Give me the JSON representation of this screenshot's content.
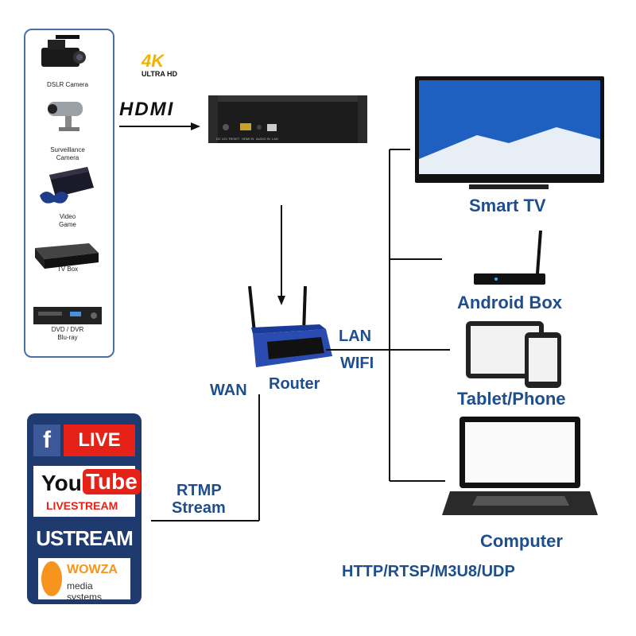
{
  "sources": {
    "items": [
      {
        "label": "DSLR Camera"
      },
      {
        "label": "Surveillance\nCamera"
      },
      {
        "label": "Video\nGame"
      },
      {
        "label": "TV Box"
      },
      {
        "label": "DVD / DVR\nBlu-ray"
      }
    ]
  },
  "badge_4k": {
    "big": "4K",
    "small": "ULTRA HD"
  },
  "hdmi_logo": "HDMI",
  "encoder": {
    "port_labels": [
      "DC 12V",
      "RESET",
      "HDMI IN",
      "AUDIO IN",
      "LAN"
    ]
  },
  "router": {
    "label": "Router",
    "wan": "WAN",
    "lan": "LAN",
    "wifi": "WIFI"
  },
  "clients": {
    "smart_tv": "Smart TV",
    "android_box": "Android Box",
    "tablet_phone": "Tablet/Phone",
    "computer": "Computer"
  },
  "rtmp": {
    "line1": "RTMP",
    "line2": "Stream"
  },
  "protocols": "HTTP/RTSP/M3U8/UDP",
  "platforms": {
    "facebook_icon": "f",
    "facebook_live": "LIVE",
    "youtube_you": "You",
    "youtube_tube": "Tube",
    "youtube_livestream": "LIVESTREAM",
    "ustream": "USTREAM",
    "wowza": "WOWZA",
    "wowza_sub": "media systems"
  },
  "colors": {
    "label_blue": "#1f4e8c",
    "line": "#111111",
    "youtube_red": "#e62117",
    "facebook_blue": "#3b5998"
  }
}
